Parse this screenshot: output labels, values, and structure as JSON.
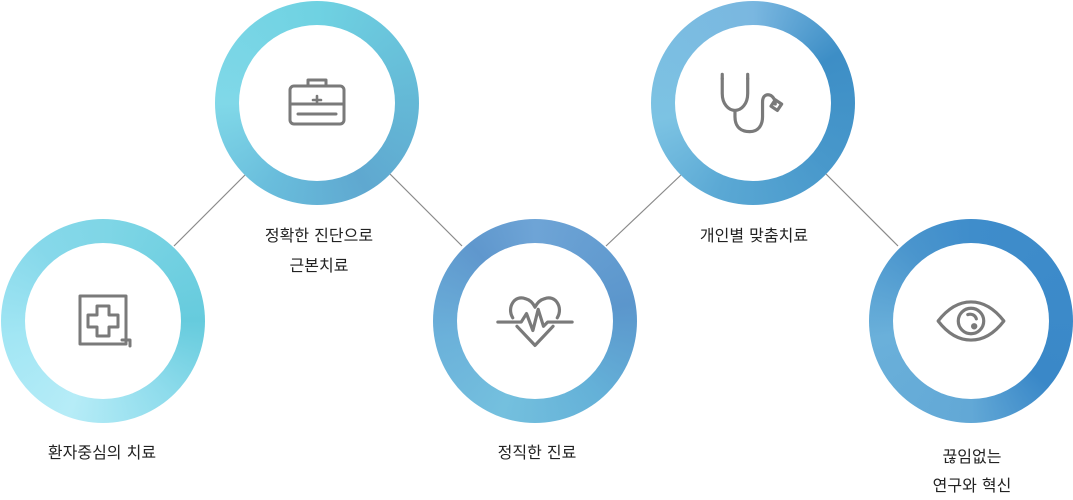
{
  "steps": [
    {
      "icon": "medical-cross-icon",
      "lines": [
        "환자중심의 치료"
      ]
    },
    {
      "icon": "medical-kit-icon",
      "lines": [
        "정확한 진단으로",
        "근본치료"
      ]
    },
    {
      "icon": "heartbeat-icon",
      "lines": [
        "정직한 진료"
      ]
    },
    {
      "icon": "stethoscope-icon",
      "lines": [
        "개인별 맞춤치료"
      ]
    },
    {
      "icon": "eye-icon",
      "lines": [
        "끊임없는",
        "연구와 혁신"
      ]
    }
  ],
  "colors": {
    "icon_stroke": "#7a7a7a",
    "connector": "#8a8a8a",
    "text": "#222222"
  }
}
